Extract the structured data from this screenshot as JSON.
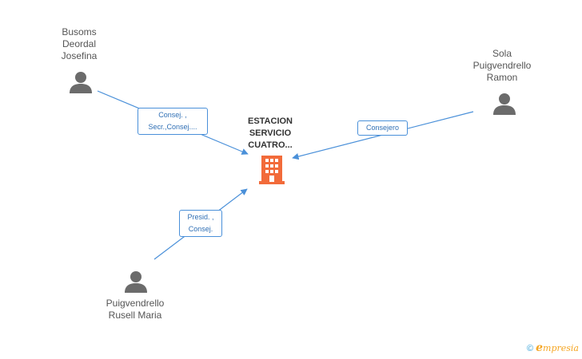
{
  "center": {
    "lines": [
      "ESTACION",
      "SERVICIO",
      "CUATRO..."
    ],
    "icon": "building-icon",
    "color": "#f26b3a"
  },
  "people": [
    {
      "id": "busoms",
      "lines": [
        "Busoms",
        "Deordal",
        "Josefina"
      ],
      "icon": "person-icon"
    },
    {
      "id": "sola",
      "lines": [
        "Sola",
        "Puigvendrello",
        "Ramon"
      ],
      "icon": "person-icon"
    },
    {
      "id": "puigvendrello",
      "lines": [
        "Puigvendrello",
        "Rusell Maria"
      ],
      "icon": "person-icon"
    }
  ],
  "edges": [
    {
      "from": "busoms",
      "lines": [
        "Consej. ,",
        "Secr.,Consej...."
      ]
    },
    {
      "from": "sola",
      "lines": [
        "Consejero"
      ]
    },
    {
      "from": "puigvendrello",
      "lines": [
        "Presid. ,",
        "Consej."
      ]
    }
  ],
  "colors": {
    "edge": "#4a90d9",
    "person": "#6b6b6b",
    "building": "#f26b3a"
  },
  "footer": {
    "copyright": "©",
    "brand_initial": "e",
    "brand_rest": "mpresia"
  }
}
